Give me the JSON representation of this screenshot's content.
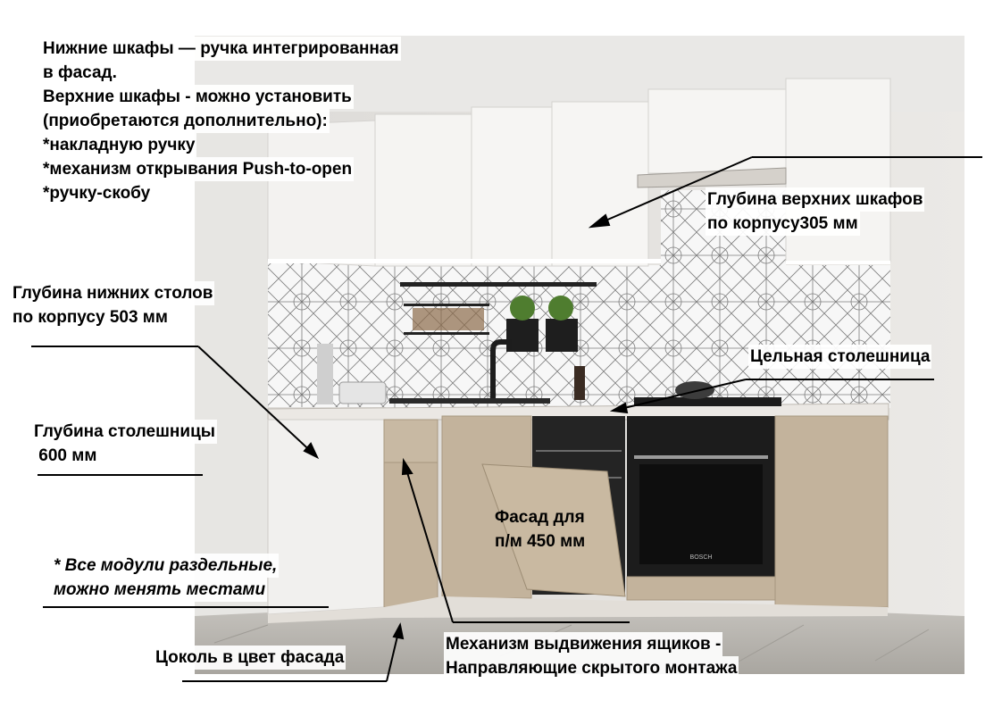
{
  "annotations": {
    "handles": [
      "Нижние шкафы — ручка интегрированная",
      "в фасад.",
      "Верхние шкафы - можно установить",
      "(приобретаются дополнительно):",
      "*накладную ручку",
      "*механизм открывания Push-to-open",
      "*ручку-скобу"
    ],
    "upper_depth": [
      "Глубина верхних шкафов",
      "по корпусу305 мм"
    ],
    "lower_depth": [
      "Глубина нижних столов",
      "по корпусу 503 мм"
    ],
    "solid_countertop": "Цельная столешница",
    "countertop_depth": [
      "Глубина столешницы",
      " 600 мм"
    ],
    "dishwasher_facade": [
      "Фасад для",
      "п/м 450 мм"
    ],
    "modules_note": [
      "* Все модули раздельные,",
      "можно менять местами"
    ],
    "drawer_mechanism": [
      "Механизм выдвижения ящиков -",
      "Направляющие скрытого монтажа"
    ],
    "plinth": "Цоколь в цвет фасада"
  },
  "appliance": {
    "brand": "BOSCH"
  },
  "colors": {
    "facade_white": "#f1f0ee",
    "facade_beige": "#c3b39c",
    "countertop": "#e9e6e2",
    "appliance_black": "#1c1c1c",
    "floor": "#b9b6b0",
    "wall": "#e4e2df"
  }
}
